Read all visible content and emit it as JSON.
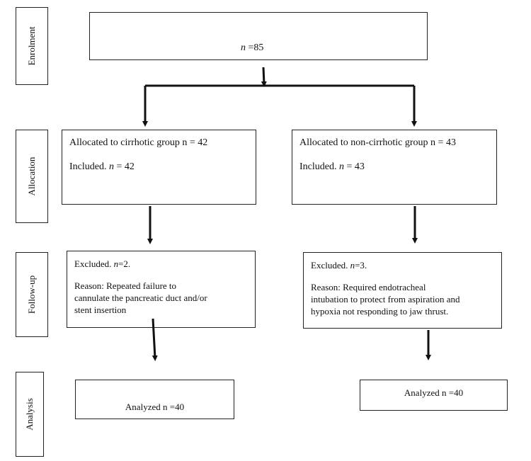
{
  "stages": {
    "enrolment": "Enrolment",
    "allocation": "Allocation",
    "follow_up": "Follow-up",
    "analysis": "Analysis"
  },
  "enrolment_box": {
    "n_symbol": "n",
    "n_value": " =85"
  },
  "cirrhotic": {
    "allocated": "Allocated to cirrhotic group n = 42",
    "included_prefix": "Included. ",
    "included_n": "n",
    "included_value": " = 42",
    "excluded_prefix": "Excluded. ",
    "excluded_n": "n",
    "excluded_value": "=2.",
    "reason_line1": "Reason: Repeated failure to",
    "reason_line2": "cannulate the pancreatic duct and/or",
    "reason_line3": "stent insertion",
    "analyzed": "Analyzed n =40"
  },
  "non_cirrhotic": {
    "allocated": "Allocated to non-cirrhotic group n = 43",
    "included_prefix": "Included. ",
    "included_n": "n",
    "included_value": " = 43",
    "excluded_prefix": "Excluded. ",
    "excluded_n": "n",
    "excluded_value": "=3.",
    "reason_line1": "Reason: Required endotracheal",
    "reason_line2": "intubation to protect from aspiration and",
    "reason_line3": "hypoxia not responding to jaw thrust.",
    "analyzed": "Analyzed n =40"
  }
}
